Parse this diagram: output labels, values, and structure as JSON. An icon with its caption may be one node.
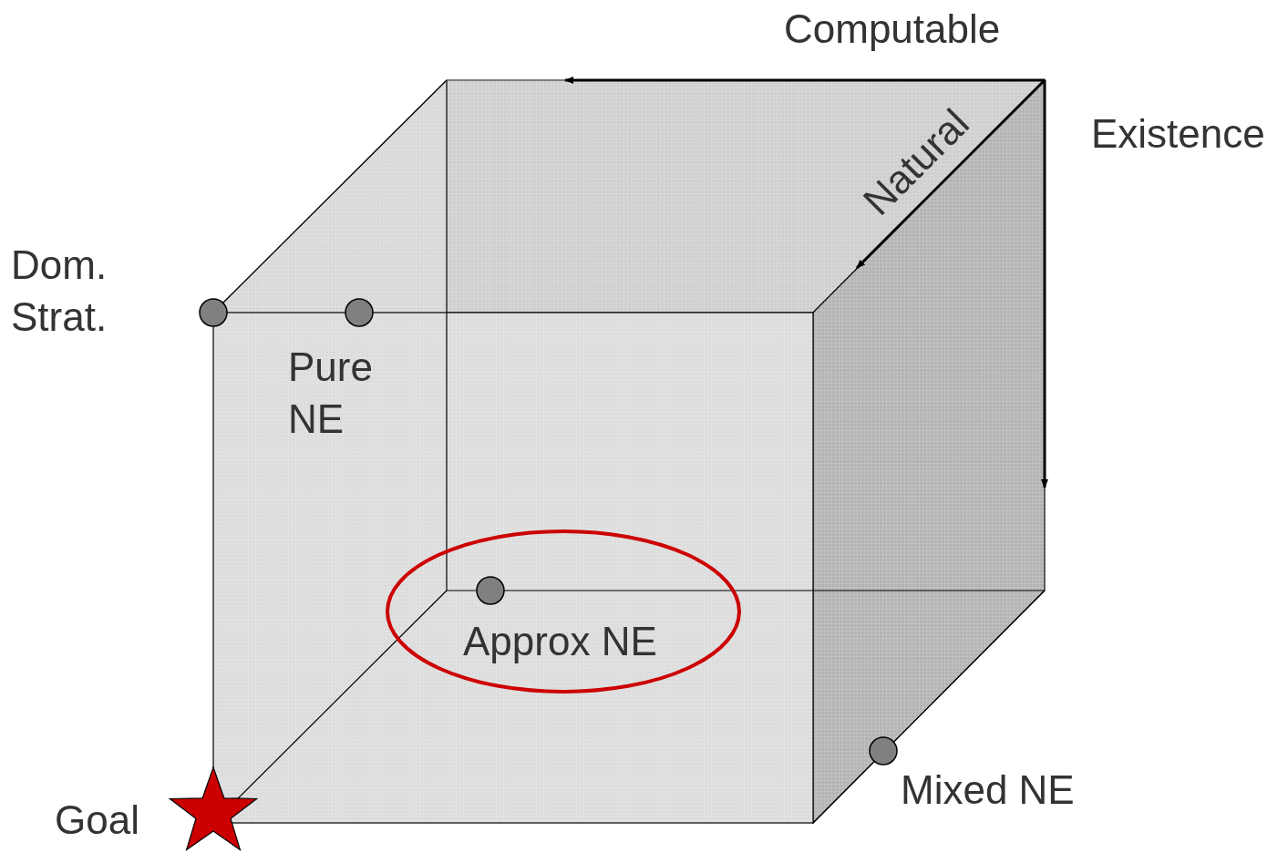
{
  "diagram": {
    "labels": [
      "Computable",
      "Existence",
      "Natural",
      "Dom. Strat.",
      "Pure NE",
      "Approx NE",
      "Mixed NE",
      "Goal"
    ]
  }
}
